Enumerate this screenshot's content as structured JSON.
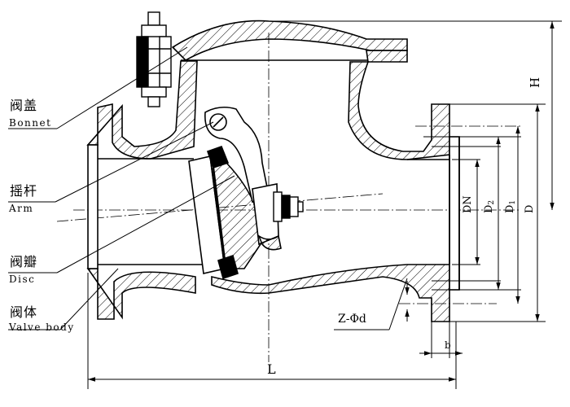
{
  "labels": {
    "bonnet": {
      "cn": "阀盖",
      "en": "Bonnet"
    },
    "arm": {
      "cn": "摇杆",
      "en": "Arm"
    },
    "disc": {
      "cn": "阀瓣",
      "en": "Disc"
    },
    "body": {
      "cn": "阀体",
      "en": "Valve body"
    }
  },
  "dimensions": {
    "L": "L",
    "H": "H",
    "b": "b",
    "hole_spec": "Z-Φd",
    "DN": "DN",
    "D2": {
      "base": "D",
      "sub": "2"
    },
    "D1": {
      "base": "D",
      "sub": "1"
    },
    "D": "D"
  },
  "colors": {
    "line": "#000000",
    "background": "#ffffff"
  }
}
